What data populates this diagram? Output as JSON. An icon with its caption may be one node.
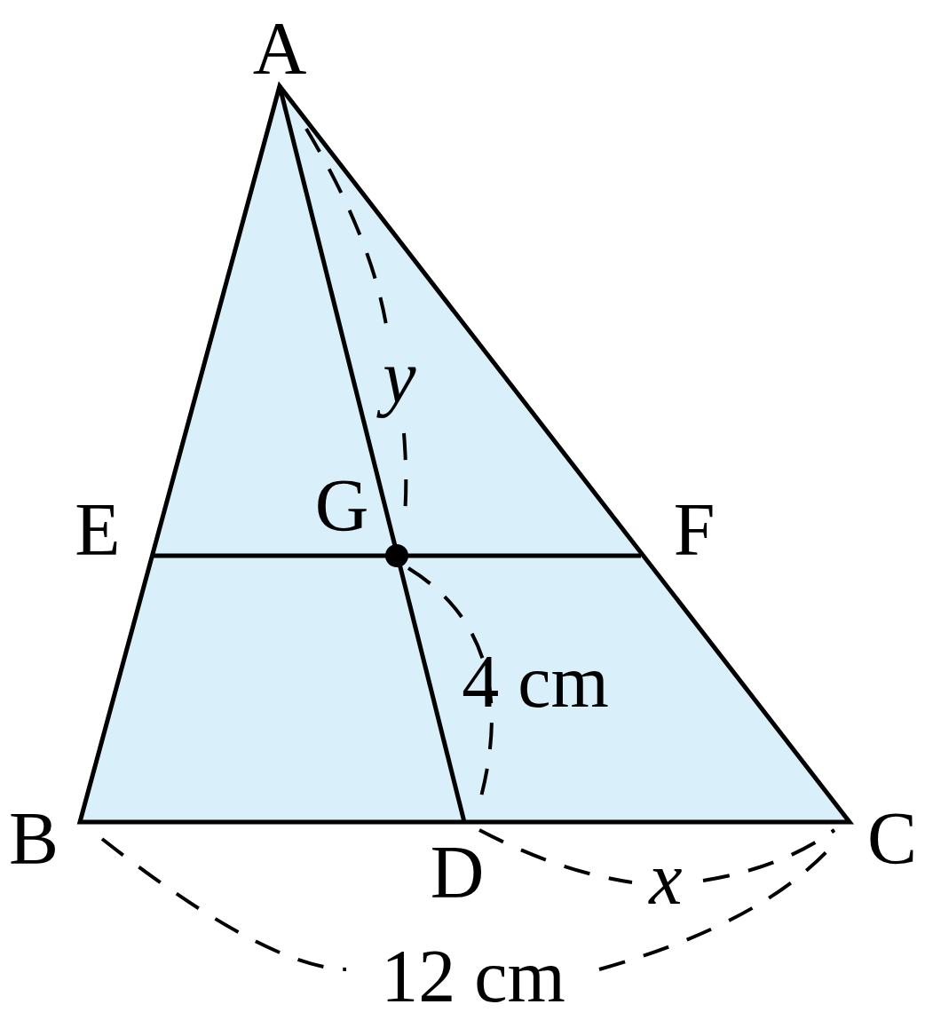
{
  "diagram": {
    "labels": [
      "A",
      "y",
      "E",
      "G",
      "F",
      "4 cm",
      "B",
      "C",
      "D",
      "x",
      "12 cm"
    ]
  }
}
